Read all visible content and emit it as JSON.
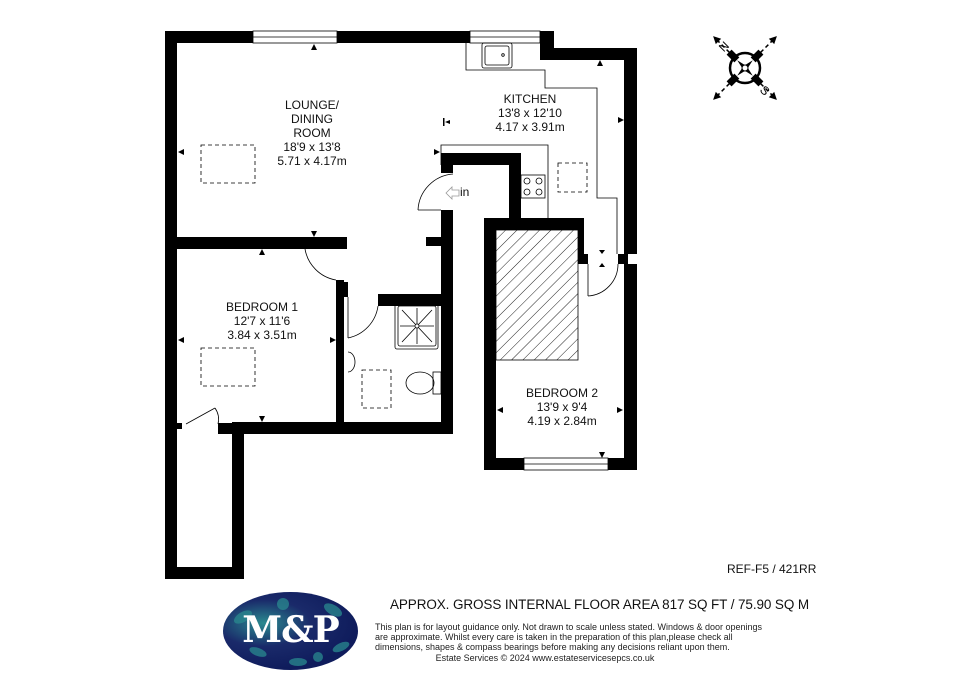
{
  "floor_plan": {
    "rooms": [
      {
        "id": "lounge",
        "name_lines": [
          "LOUNGE/",
          "DINING",
          "ROOM"
        ],
        "dim_imperial": "18'9 x 13'8",
        "dim_metric": "5.71 x 4.17m"
      },
      {
        "id": "kitchen",
        "name_lines": [
          "KITCHEN"
        ],
        "dim_imperial": "13'8 x 12'10",
        "dim_metric": "4.17 x 3.91m"
      },
      {
        "id": "bedroom1",
        "name_lines": [
          "BEDROOM 1"
        ],
        "dim_imperial": "12'7 x 11'6",
        "dim_metric": "3.84 x 3.51m"
      },
      {
        "id": "bedroom2",
        "name_lines": [
          "BEDROOM 2"
        ],
        "dim_imperial": "13'9 x 9'4",
        "dim_metric": "4.19 x 2.84m"
      }
    ],
    "entry_label": "in",
    "compass": {
      "north_label": "N",
      "south_label": "S",
      "icon": "compass-rose-icon"
    },
    "wall_color": "#000000",
    "background_color": "#ffffff"
  },
  "footer": {
    "reference": "REF-F5 / 421RR",
    "area_text": "APPROX. GROSS INTERNAL FLOOR AREA 817 SQ FT / 75.90 SQ M",
    "disclaimer_lines": [
      "This plan is for layout guidance only. Not drawn to scale unless stated. Windows & door openings",
      "are approximate. Whilst every care is taken in the preparation of this plan,please check all",
      "dimensions, shapes & compass bearings before making any decisions reliant upon them.",
      "Estate Services © 2024   www.estateservicesepcs.co.uk"
    ],
    "logo": {
      "text": "M&P",
      "background_color": "#0f1c5c",
      "accent_color": "#2a8a8f"
    }
  }
}
